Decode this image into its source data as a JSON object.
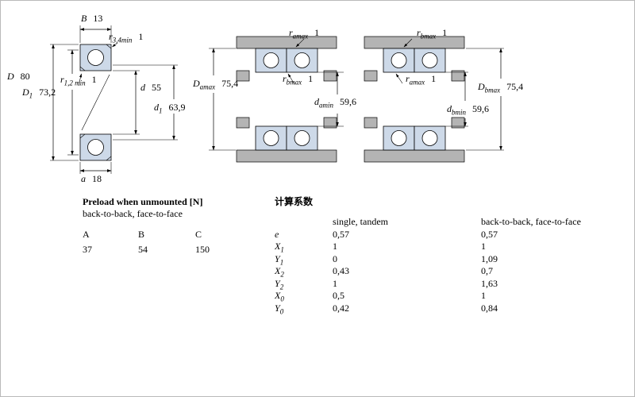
{
  "colors": {
    "bearing_fill": "#cdd9e8",
    "shade_fill": "#b4b4b4"
  },
  "main_drawing": {
    "dims": {
      "B": {
        "label": "B",
        "sub": "",
        "value": "13"
      },
      "r34": {
        "label": "r",
        "sub": "3,4min",
        "value": "1"
      },
      "D": {
        "label": "D",
        "sub": "",
        "value": "80"
      },
      "D1": {
        "label": "D",
        "sub": "1",
        "value": "73,2"
      },
      "r12": {
        "label": "r",
        "sub": "1,2 min",
        "value": "1"
      },
      "d": {
        "label": "d",
        "sub": "",
        "value": "55"
      },
      "d1": {
        "label": "d",
        "sub": "1",
        "value": "63,9"
      },
      "a": {
        "label": "a",
        "sub": "",
        "value": "18"
      }
    }
  },
  "arrangement_a": {
    "dims": {
      "ramax": {
        "label": "r",
        "sub": "amax",
        "value": "1"
      },
      "Damax": {
        "label": "D",
        "sub": "amax",
        "value": "75,4"
      },
      "rbmax": {
        "label": "r",
        "sub": "bmax",
        "value": "1"
      },
      "damin": {
        "label": "d",
        "sub": "amin",
        "value": "59,6"
      }
    }
  },
  "arrangement_b": {
    "dims": {
      "rbmax": {
        "label": "r",
        "sub": "bmax",
        "value": "1"
      },
      "ramax": {
        "label": "r",
        "sub": "amax",
        "value": "1"
      },
      "Dbmax": {
        "label": "D",
        "sub": "bmax",
        "value": "75,4"
      },
      "dbmin": {
        "label": "d",
        "sub": "bmin",
        "value": "59,6"
      }
    }
  },
  "preload": {
    "title": "Preload when unmounted [N]",
    "subtitle": "back-to-back, face-to-face",
    "columns": [
      "A",
      "B",
      "C"
    ],
    "values": [
      "37",
      "54",
      "150"
    ]
  },
  "factors": {
    "title": "计算系数",
    "col_single": "single, tandem",
    "col_paired": "back-to-back, face-to-face",
    "rows": [
      {
        "label": "e",
        "sub": "",
        "single": "0,57",
        "paired": "0,57"
      },
      {
        "label": "X",
        "sub": "1",
        "single": "1",
        "paired": "1"
      },
      {
        "label": "Y",
        "sub": "1",
        "single": "0",
        "paired": "1,09"
      },
      {
        "label": "X",
        "sub": "2",
        "single": "0,43",
        "paired": "0,7"
      },
      {
        "label": "Y",
        "sub": "2",
        "single": "1",
        "paired": "1,63"
      },
      {
        "label": "X",
        "sub": "0",
        "single": "0,5",
        "paired": "1"
      },
      {
        "label": "Y",
        "sub": "0",
        "single": "0,42",
        "paired": "0,84"
      }
    ]
  }
}
